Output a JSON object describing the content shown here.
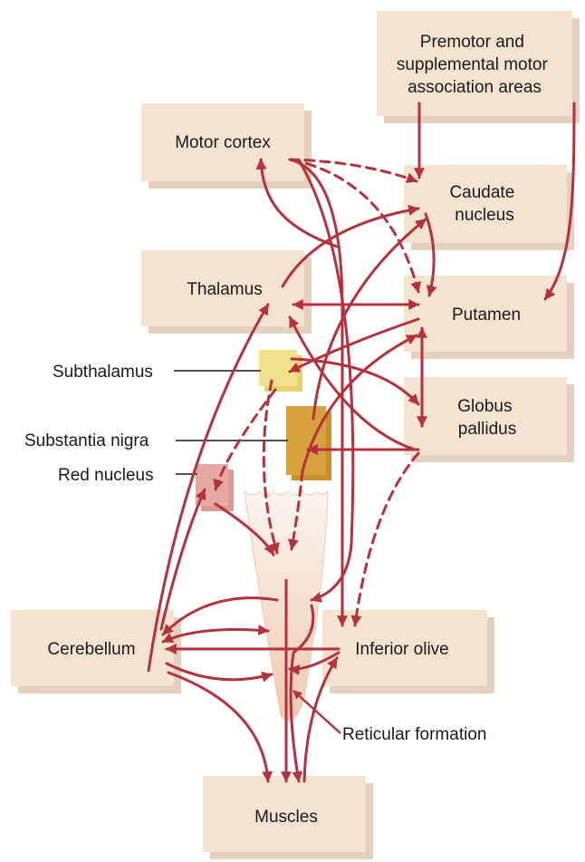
{
  "boxes": {
    "premotor": [
      "Premotor and",
      "supplemental motor",
      "association areas"
    ],
    "motor_cortex": [
      "Motor cortex"
    ],
    "caudate": [
      "Caudate",
      "nucleus"
    ],
    "thalamus": [
      "Thalamus"
    ],
    "putamen": [
      "Putamen"
    ],
    "globus": [
      "Globus",
      "pallidus"
    ],
    "cerebellum": [
      "Cerebellum"
    ],
    "inferior_olive": [
      "Inferior olive"
    ],
    "muscles": [
      "Muscles"
    ]
  },
  "labels": {
    "subthalamus": "Subthalamus",
    "substantia_nigra": "Substantia nigra",
    "red_nucleus": "Red nucleus",
    "reticular_formation": "Reticular formation"
  },
  "colors": {
    "box_fill": "#f3e3cf",
    "box_shadow": "#e3d1bd",
    "arrow": "#b4323d",
    "subthalamus": "#f2e18c",
    "substantia_nigra": "#d7a23c",
    "red_nucleus": "#e6a8a3",
    "brainstem": "#f0d2bb"
  }
}
